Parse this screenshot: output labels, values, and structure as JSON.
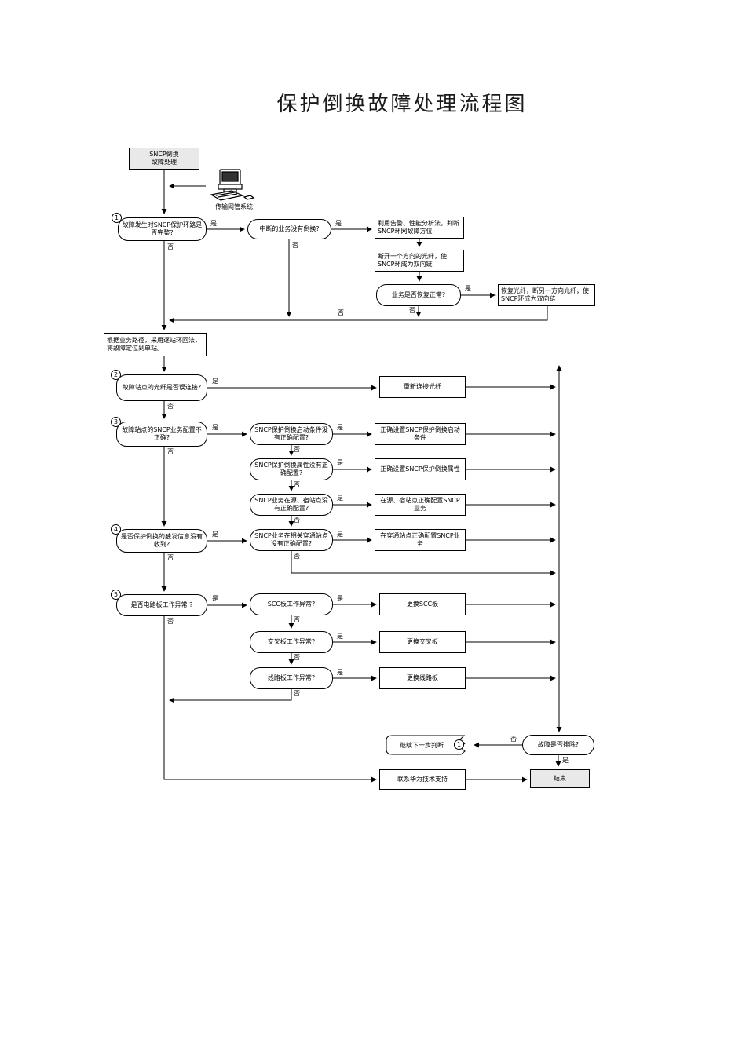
{
  "title": "保护倒换故障处理流程图",
  "labels": {
    "yes": "是",
    "no": "否"
  },
  "steps": [
    "1",
    "2",
    "3",
    "4",
    "5"
  ],
  "nodes": {
    "start": "SNCP倒换\n故障处理",
    "nms": "传输网管系统",
    "d1": "故障发生时SNCP保护环路是否完整?",
    "mid1": "中断的业务没有倒换?",
    "analyze": "利用告警、性能分析法，判断SNCP环网故障方位",
    "break_fiber": "断开一个方向的光纤，使SNCP环成为双向链",
    "recover": "业务是否恢复正常?",
    "restore_fiber": "恢复光纤，断另一方向光纤，使SNCP环成为双向链",
    "locate": "根据业务路径，采用逐站环回法，将故障定位到单站。",
    "d2": "故障站点的光纤是否误连接?",
    "reconnect": "重新连接光纤",
    "d3": "故障站点的SNCP业务配置不正确?",
    "d3a": "SNCP保护倒换启动条件没有正确配置?",
    "act3a": "正确设置SNCP保护倒换启动条件",
    "d3b": "SNCP保护倒换属性没有正确配置?",
    "act3b": "正确设置SNCP保护倒换属性",
    "d3c": "SNCP业务在源、宿站点没有正确配置?",
    "act3c": "在源、宿站点正确配置SNCP业务",
    "d4": "是否保护倒换的触发信息没有收到?",
    "d4a": "SNCP业务在相关穿通站点没有正确配置?",
    "act4a": "在穿通站点正确配置SNCP业务",
    "d5": "是否电路板工作异常 ?",
    "d5a": "SCC板工作异常?",
    "act5a": "更换SCC板",
    "d5b": "交叉板工作异常?",
    "act5b": "更换交叉板",
    "d5c": "线路板工作异常?",
    "act5c": "更换线路板",
    "next_step": "继续下一步判断",
    "next_step_num": "1",
    "d_clear": "故障是否排除?",
    "support": "联系华为技术支持",
    "end": "结束"
  }
}
